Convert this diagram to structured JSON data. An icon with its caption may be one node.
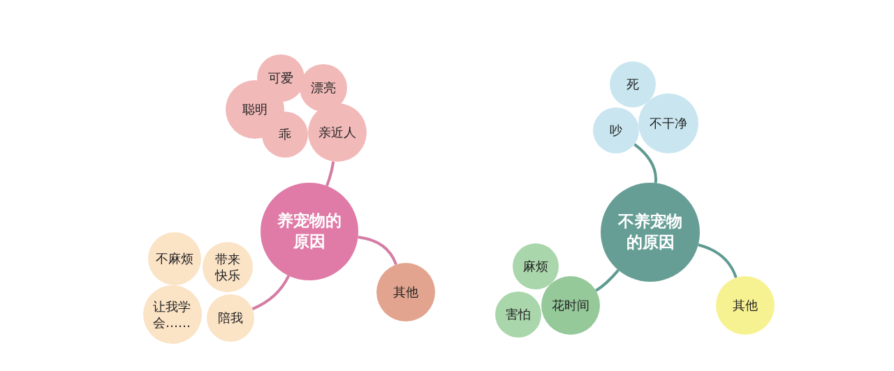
{
  "diagram": {
    "nodes": [
      {
        "text": [
          "养宠物的原因"
        ]
      },
      {
        "text": [
          "可爱"
        ]
      },
      {
        "text": [
          "漂亮"
        ]
      },
      {
        "text": [
          "聪明"
        ]
      },
      {
        "text": [
          "乖"
        ]
      },
      {
        "text": [
          "亲近人"
        ]
      },
      {
        "text": [
          "其他"
        ]
      },
      {
        "text": [
          "不麻烦"
        ]
      },
      {
        "text": [
          "带来快乐"
        ]
      },
      {
        "text": [
          "让我学会……"
        ]
      },
      {
        "text": [
          "陪我"
        ]
      },
      {
        "text": [
          "不养宠物的原因"
        ]
      },
      {
        "text": [
          "死"
        ]
      },
      {
        "text": [
          "吵"
        ]
      },
      {
        "text": [
          "不干净"
        ]
      },
      {
        "text": [
          "麻烦"
        ]
      },
      {
        "text": [
          "害怕"
        ]
      },
      {
        "text": [
          "花时间"
        ]
      },
      {
        "text": [
          "其他"
        ]
      }
    ],
    "edges": [
      {
        "from": 0,
        "to": 5,
        "arrow": "none",
        "color": "#d47ca3"
      },
      {
        "from": 0,
        "to": 6,
        "arrow": "none",
        "color": "#d47ca3"
      },
      {
        "from": 0,
        "to": 10,
        "arrow": "none",
        "color": "#d47ca3"
      },
      {
        "from": 11,
        "to": 13,
        "arrow": "none",
        "color": "#5f9a91"
      },
      {
        "from": 11,
        "to": 17,
        "arrow": "none",
        "color": "#5f9a91"
      },
      {
        "from": 11,
        "to": 18,
        "arrow": "none",
        "color": "#5f9a91"
      }
    ]
  }
}
